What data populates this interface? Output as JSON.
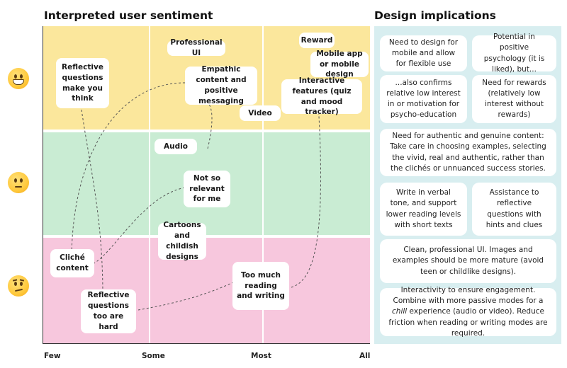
{
  "left_title": "Interpreted user sentiment",
  "right_title": "Design implications",
  "x_axis": {
    "ticks": [
      "Few",
      "Some",
      "Most",
      "All"
    ]
  },
  "sentiments": [
    {
      "level": "positive",
      "emoji": "grinning-face-icon"
    },
    {
      "level": "neutral",
      "emoji": "neutral-face-icon"
    },
    {
      "level": "negative",
      "emoji": "confused-face-icon"
    }
  ],
  "colors": {
    "positive_band": "#fbe79c",
    "neutral_band": "#c9ecd3",
    "negative_band": "#f7c7dd",
    "implications_panel": "#d8eef0"
  },
  "notes": {
    "reflective_think": "Reflective questions make you think",
    "professional_ui": "Professional UI",
    "empathic": "Empathic content and positive messaging",
    "reward": "Reward",
    "mobile": "Mobile app or mobile design",
    "interactive": "Interactive features (quiz and mood tracker)",
    "video": "Video",
    "audio": "Audio",
    "not_relevant": "Not so relevant for me",
    "cartoons": "Cartoons and childish designs",
    "cliche": "Cliché content",
    "too_much": "Too much reading and writing",
    "reflective_hard": "Reflective questions too are hard"
  },
  "implications": {
    "mobile": "Need to design for mobile and allow for flexible use",
    "positive_psych": "Potential in positive psychology (it is liked), but...",
    "low_interest": "...also confirms relative low interest in or motivation for psycho-education",
    "rewards": "Need for rewards (relatively low interest without rewards)",
    "authentic": "Need for authentic and genuine content: Take care in choosing examples, selecting the vivid, real and authentic, rather than the clichés or unnuanced success stories.",
    "verbal": "Write in verbal tone, and support lower reading levels with short texts",
    "assistance": "Assistance to reflective questions with hints and clues",
    "clean": "Clean, professional UI. Images and examples should be more mature (avoid teen or childlike designs).",
    "interactivity_1": "Interactivity to ensure engagement. Combine with more passive modes for a ",
    "interactivity_em": "chill",
    "interactivity_2": " experience (audio or video). Reduce friction when reading or writing modes are required."
  }
}
